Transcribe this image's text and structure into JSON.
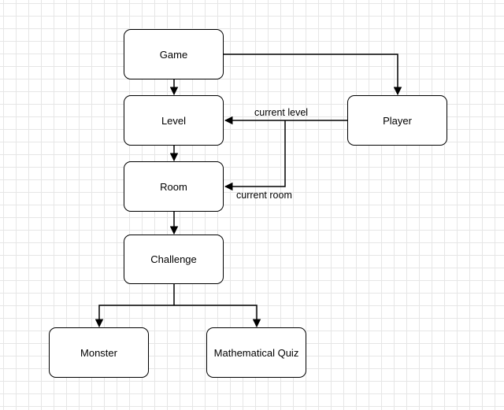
{
  "nodes": {
    "game": "Game",
    "level": "Level",
    "room": "Room",
    "challenge": "Challenge",
    "player": "Player",
    "monster": "Monster",
    "quiz": "Mathematical Quiz"
  },
  "edges": {
    "current_level": "current level",
    "current_room": "current room"
  },
  "colors": {
    "stroke": "#000000",
    "grid": "#e6e6e6",
    "background": "#ffffff"
  }
}
